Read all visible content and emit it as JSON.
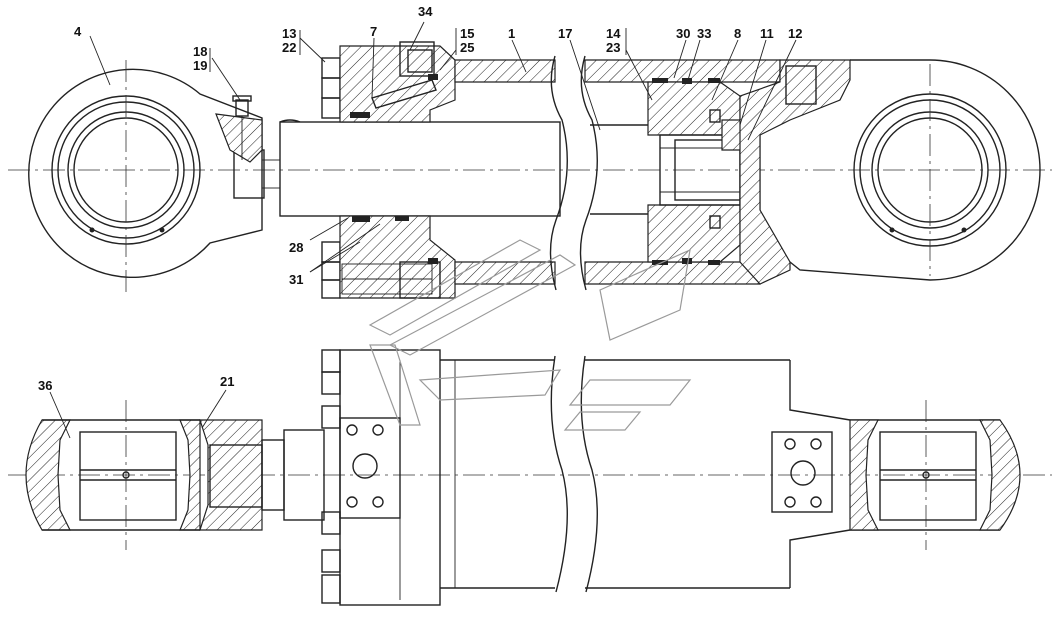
{
  "callouts": {
    "c4": "4",
    "c18": "18",
    "c19": "19",
    "c13": "13",
    "c22": "22",
    "c7": "7",
    "c34": "34",
    "c15": "15",
    "c25": "25",
    "c1": "1",
    "c17": "17",
    "c14": "14",
    "c23": "23",
    "c30": "30",
    "c33": "33",
    "c8": "8",
    "c11": "11",
    "c12": "12",
    "c28": "28",
    "c31": "31",
    "c36": "36",
    "c21": "21"
  },
  "colors": {
    "line": "#222222",
    "watermark": "#9a9a9a",
    "background": "#ffffff"
  }
}
